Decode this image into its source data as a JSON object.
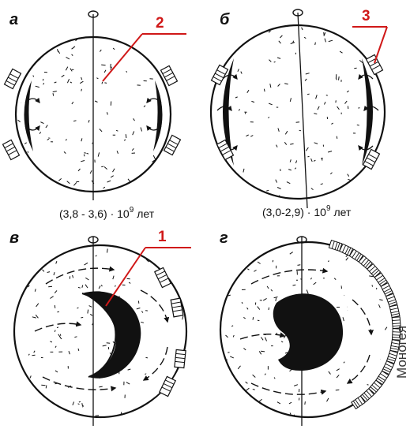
{
  "panels": [
    {
      "letter": "а",
      "time_main": "(3,8 - 3,6) · 10",
      "time_exp": "9",
      "time_unit": "лет"
    },
    {
      "letter": "б",
      "time_main": "(3,0-2,9) · 10",
      "time_exp": "9",
      "time_unit": "лет"
    },
    {
      "letter": "в"
    },
    {
      "letter": "г",
      "side_label": "Моногея"
    }
  ],
  "markers": [
    "1",
    "2",
    "3"
  ],
  "colors": {
    "ink": "#111111",
    "marker": "#d01818",
    "background": "#ffffff"
  }
}
